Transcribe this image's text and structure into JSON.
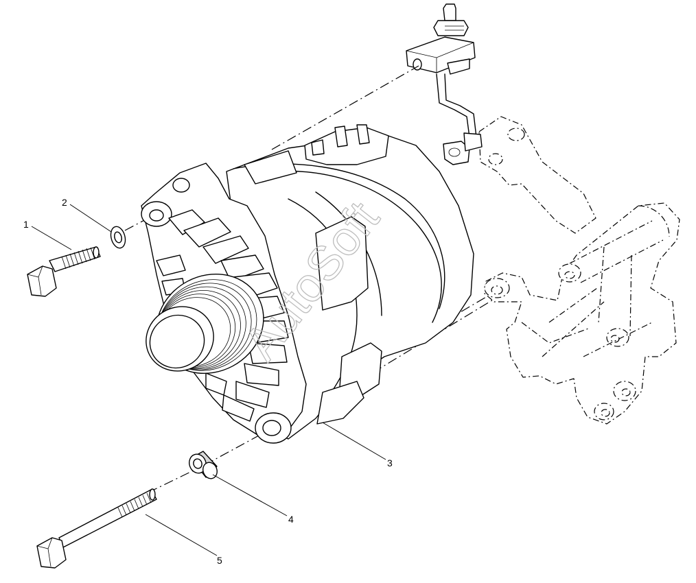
{
  "diagram": {
    "watermark": "AutoSoft",
    "callouts": [
      {
        "number": "1",
        "part": "bolt-short"
      },
      {
        "number": "2",
        "part": "washer"
      },
      {
        "number": "3",
        "part": "alternator"
      },
      {
        "number": "4",
        "part": "spacer"
      },
      {
        "number": "5",
        "part": "bolt-long"
      }
    ]
  }
}
